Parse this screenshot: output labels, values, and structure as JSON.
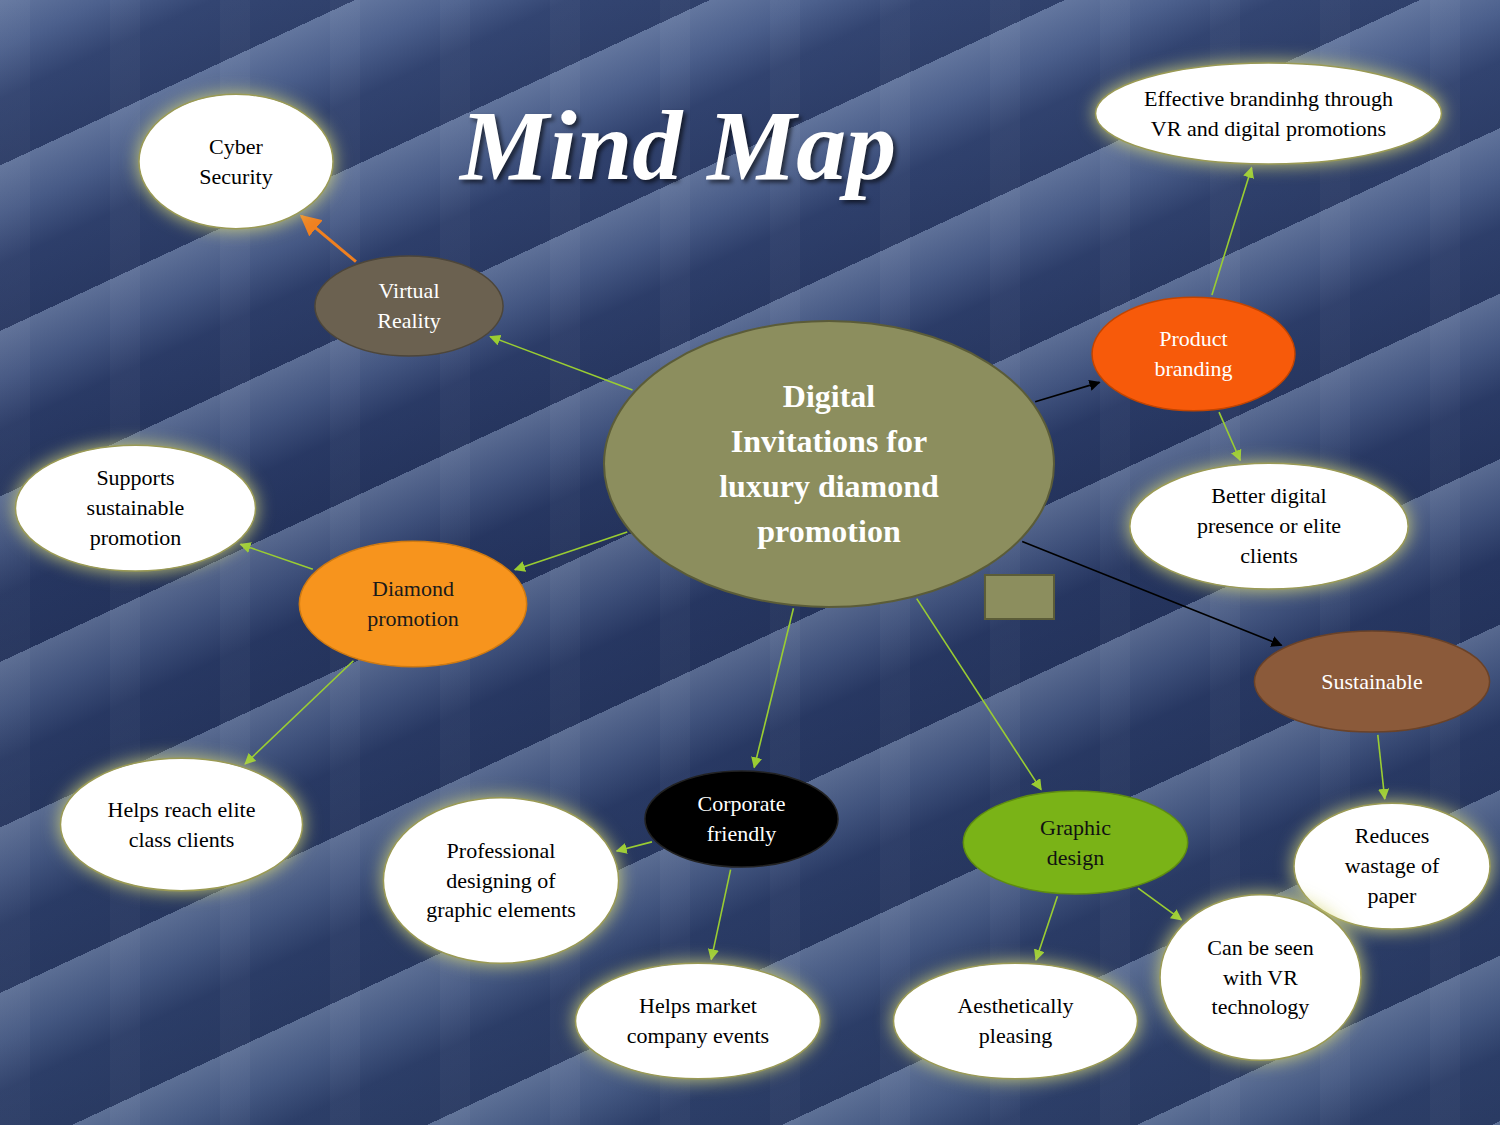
{
  "diagram": {
    "title": "Mind Map",
    "nodes": [
      {
        "text": [
          "Cyber Security"
        ]
      },
      {
        "text": [
          "Effective brandinhg through VR and digital promotions"
        ]
      },
      {
        "text": [
          "Virtual Reality"
        ]
      },
      {
        "text": [
          "Digital Invitations for luxury diamond promotion"
        ]
      },
      {
        "text": [
          "Product branding"
        ]
      },
      {
        "text": [
          "Supports sustainable promotion"
        ]
      },
      {
        "text": [
          "Diamond promotion"
        ]
      },
      {
        "text": [
          "Better digital presence or elite clients"
        ]
      },
      {
        "text": [
          "Sustainable"
        ]
      },
      {
        "text": [
          "Helps reach elite class clients"
        ]
      },
      {
        "text": [
          "Corporate friendly"
        ]
      },
      {
        "text": [
          "Professional designing of graphic elements"
        ]
      },
      {
        "text": [
          "Graphic design"
        ]
      },
      {
        "text": [
          "Reduces wastage of paper"
        ]
      },
      {
        "text": [
          "Can be seen with VR technology"
        ]
      },
      {
        "text": [
          "Helps market company events"
        ]
      },
      {
        "text": [
          "Aesthetically pleasing"
        ]
      }
    ],
    "edges": [
      {
        "from": 3,
        "to": 2,
        "arrow": "to"
      },
      {
        "from": 2,
        "to": 0,
        "arrow": "to"
      },
      {
        "from": 3,
        "to": 4,
        "arrow": "to"
      },
      {
        "from": 4,
        "to": 1,
        "arrow": "to"
      },
      {
        "from": 4,
        "to": 7,
        "arrow": "to"
      },
      {
        "from": 3,
        "to": 6,
        "arrow": "to"
      },
      {
        "from": 6,
        "to": 5,
        "arrow": "to"
      },
      {
        "from": 6,
        "to": 9,
        "arrow": "to"
      },
      {
        "from": 3,
        "to": 10,
        "arrow": "to"
      },
      {
        "from": 10,
        "to": 11,
        "arrow": "to"
      },
      {
        "from": 10,
        "to": 15,
        "arrow": "to"
      },
      {
        "from": 3,
        "to": 12,
        "arrow": "to"
      },
      {
        "from": 12,
        "to": 16,
        "arrow": "to"
      },
      {
        "from": 12,
        "to": 14,
        "arrow": "to"
      },
      {
        "from": 3,
        "to": 8,
        "arrow": "to"
      },
      {
        "from": 8,
        "to": 13,
        "arrow": "to"
      }
    ]
  }
}
